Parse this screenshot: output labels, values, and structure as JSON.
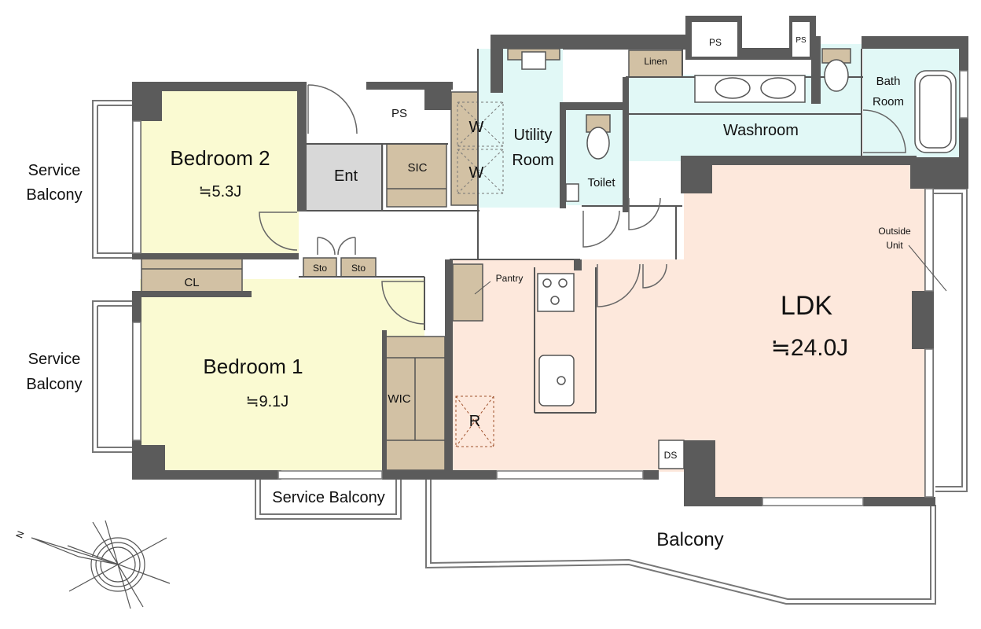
{
  "colors": {
    "wall": "#5b5b5b",
    "bedroom_floor": "#fafad2",
    "ldk_floor": "#fde8dc",
    "wet_floor": "#e1f8f6",
    "entrance_floor": "#d8d8d8",
    "storage_floor": "#d2c1a4",
    "line": "#555555"
  },
  "rooms": {
    "bedroom2_name": "Bedroom 2",
    "bedroom2_size": "≒5.3J",
    "bedroom1_name": "Bedroom 1",
    "bedroom1_size": "≒9.1J",
    "ldk_name": "LDK",
    "ldk_size": "≒24.0J",
    "entrance": "Ent",
    "sic": "SIC",
    "wic": "WIC",
    "closet": "CL",
    "storage_a": "Sto",
    "storage_b": "Sto",
    "washer_a": "W",
    "washer_b": "W",
    "utility_line1": "Utility",
    "utility_line2": "Room",
    "toilet": "Toilet",
    "washroom": "Washroom",
    "bath_line1": "Bath",
    "bath_line2": "Room",
    "linen": "Linen",
    "ps_a": "PS",
    "ps_b": "PS",
    "ps_c": "PS",
    "pantry": "Pantry",
    "refrigerator": "R",
    "ds": "DS",
    "outside_unit_line1": "Outside",
    "outside_unit_line2": "Unit"
  },
  "balconies": {
    "service_upper_line1": "Service",
    "service_upper_line2": "Balcony",
    "service_lower_line1": "Service",
    "service_lower_line2": "Balcony",
    "service_bottom": "Service Balcony",
    "main": "Balcony"
  },
  "compass": {
    "north_label": "N",
    "icon": "compass-rose-icon"
  }
}
